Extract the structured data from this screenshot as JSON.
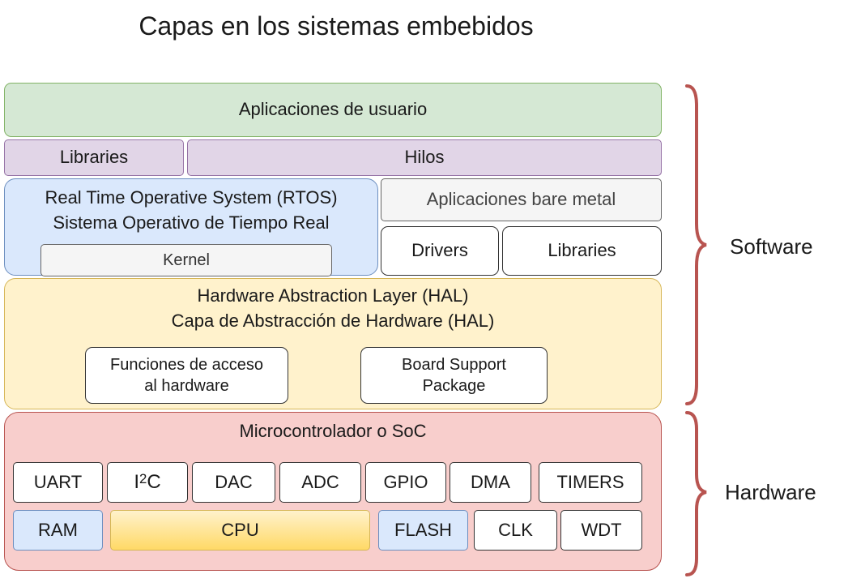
{
  "title": "Capas en los sistemas embebidos",
  "software_label": "Software",
  "hardware_label": "Hardware",
  "app_layer": "Aplicaciones de usuario",
  "libraries_top": "Libraries",
  "threads": "Hilos",
  "rtos": {
    "line1": "Real Time Operative System (RTOS)",
    "line2": "Sistema Operativo de Tiempo Real",
    "kernel": "Kernel"
  },
  "bare_metal": "Aplicaciones bare metal",
  "drivers": "Drivers",
  "libraries_mid": "Libraries",
  "hal": {
    "line1": "Hardware Abstraction Layer (HAL)",
    "line2": "Capa de Abstracción de Hardware (HAL)",
    "functions_line1": "Funciones de acceso",
    "functions_line2": "al hardware",
    "bsp_line1": "Board Support",
    "bsp_line2": "Package"
  },
  "mcu": {
    "title": "Microcontrolador o SoC",
    "uart": "UART",
    "i2c_base": "I",
    "i2c_sup": "2",
    "i2c_end": "C",
    "dac": "DAC",
    "adc": "ADC",
    "gpio": "GPIO",
    "dma": "DMA",
    "timers": "TIMERS",
    "ram": "RAM",
    "cpu": "CPU",
    "flash": "FLASH",
    "clk": "CLK",
    "wdt": "WDT"
  },
  "colors": {
    "brace": "#b85450",
    "user_apps": "#d5e8d4",
    "threads": "#e1d5e7",
    "rtos": "#dae8fc",
    "hal": "#fff2cc",
    "mcu": "#f8cecc"
  }
}
